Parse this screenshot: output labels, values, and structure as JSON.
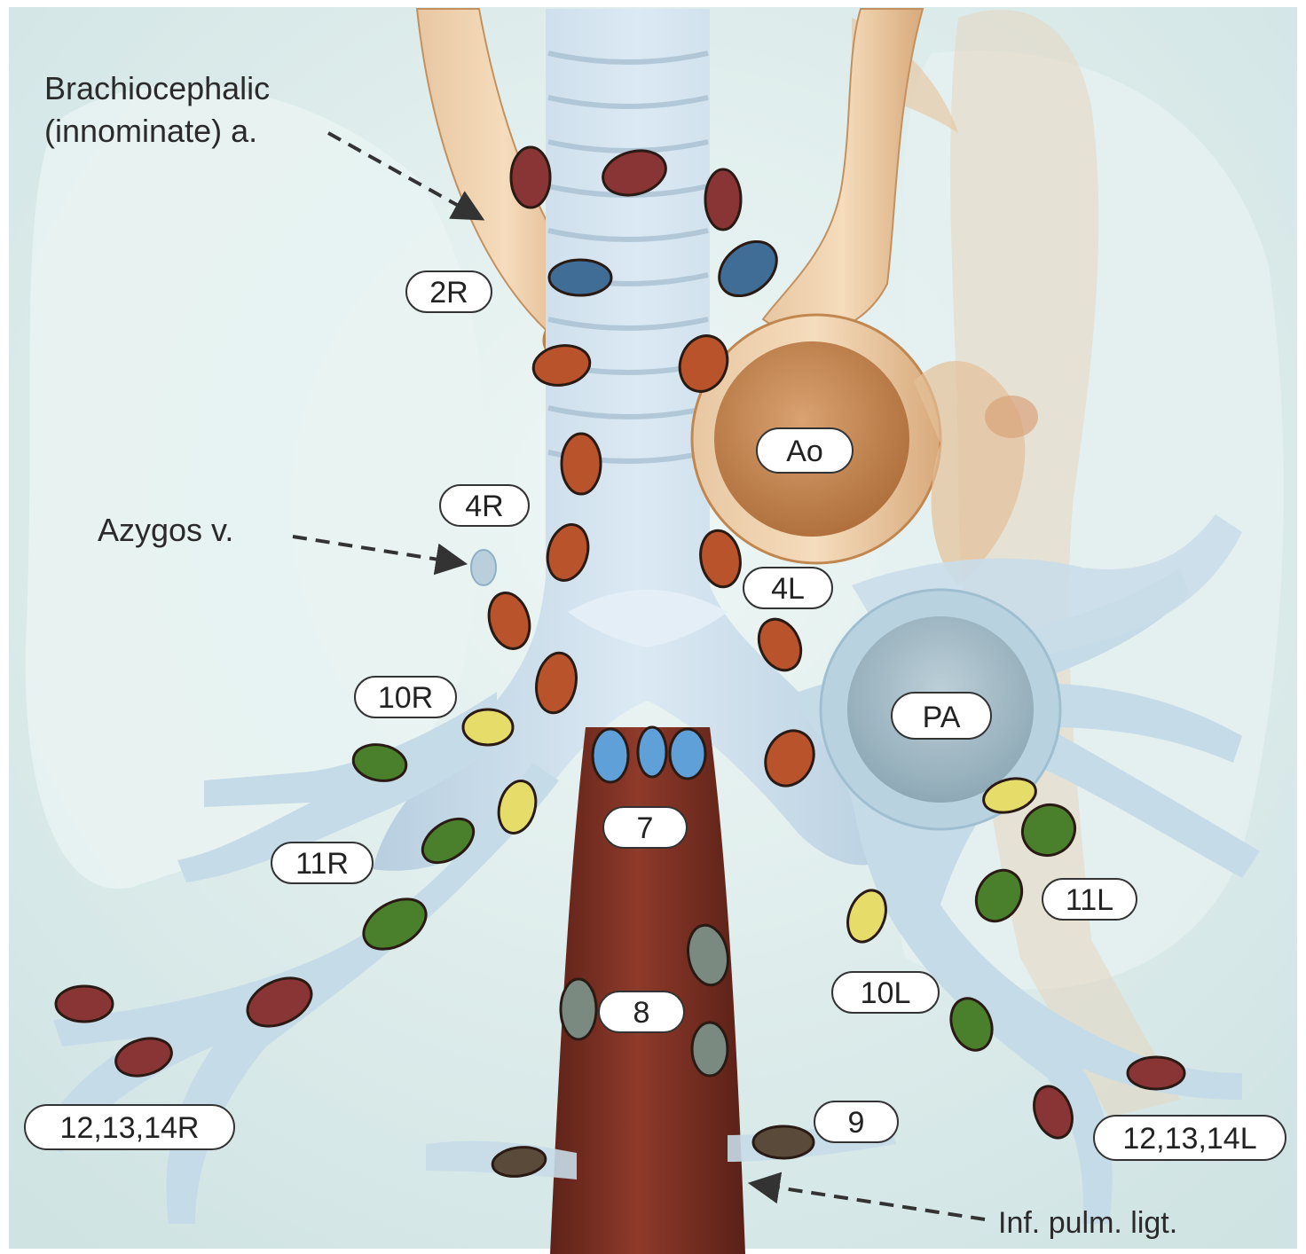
{
  "annotations": {
    "brachiocephalic_line1": "Brachiocephalic",
    "brachiocephalic_line2": "(innominate) a.",
    "azygos": "Azygos v.",
    "inf_pulm_ligt": "Inf. pulm. ligt."
  },
  "structures": {
    "aorta": "Ao",
    "pulmonary_artery": "PA"
  },
  "stations": {
    "s2R": "2R",
    "s4R": "4R",
    "s4L": "4L",
    "s7": "7",
    "s8": "8",
    "s9": "9",
    "s10R": "10R",
    "s10L": "10L",
    "s11R": "11R",
    "s11L": "11L",
    "s12_14R": "12,13,14R",
    "s12_14L": "12,13,14L"
  },
  "colors": {
    "background": "#d9ecec",
    "airway": "#c4dae8",
    "aorta": "#c98b55",
    "esophagus": "#7a2f22",
    "node_maroon": "#8a3535",
    "node_blue": "#3f6d96",
    "node_orange": "#b9532b",
    "node_yellow": "#e6dc6a",
    "node_green": "#4a7f2c",
    "node_lightblue": "#5fa0d8",
    "node_gray": "#7a8a80",
    "node_darkbrown": "#5a4a3a"
  }
}
